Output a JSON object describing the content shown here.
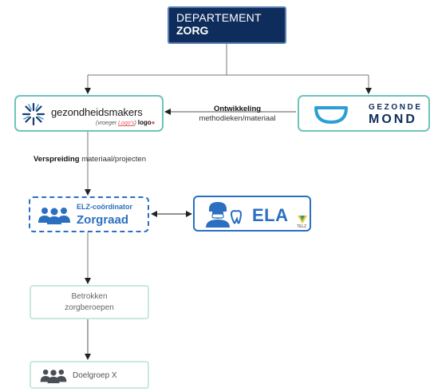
{
  "departement": {
    "line1": "DEPARTEMENT",
    "line2": "ZORG"
  },
  "gezondheidsmakers": {
    "name": "gezondheidsmakers",
    "sub_prefix": "(vroeger",
    "sub_old": "Logo's",
    "sub_suffix": ")",
    "sub_logo": "logo"
  },
  "gezonde_mond": {
    "line1": "GEZONDE",
    "line2": "MOND"
  },
  "ontwikkeling": {
    "bold": "Ontwikkeling",
    "rest": "methodieken/materiaal"
  },
  "verspreiding": {
    "bold": "Verspreiding",
    "rest": " materiaal/projecten"
  },
  "zorgraad": {
    "role": "ELZ-coördinator",
    "name": "Zorgraad"
  },
  "ela": {
    "label": "ELA",
    "badge": "TELZ"
  },
  "betrokken": {
    "line1": "Betrokken",
    "line2": "zorgberoepen"
  },
  "doelgroep": {
    "label": "Doelgroep X"
  },
  "colors": {
    "navy": "#0f2d5c",
    "teal": "#6fc3bb",
    "blue": "#2a6fc0",
    "pale_teal": "#c9e7e3"
  }
}
